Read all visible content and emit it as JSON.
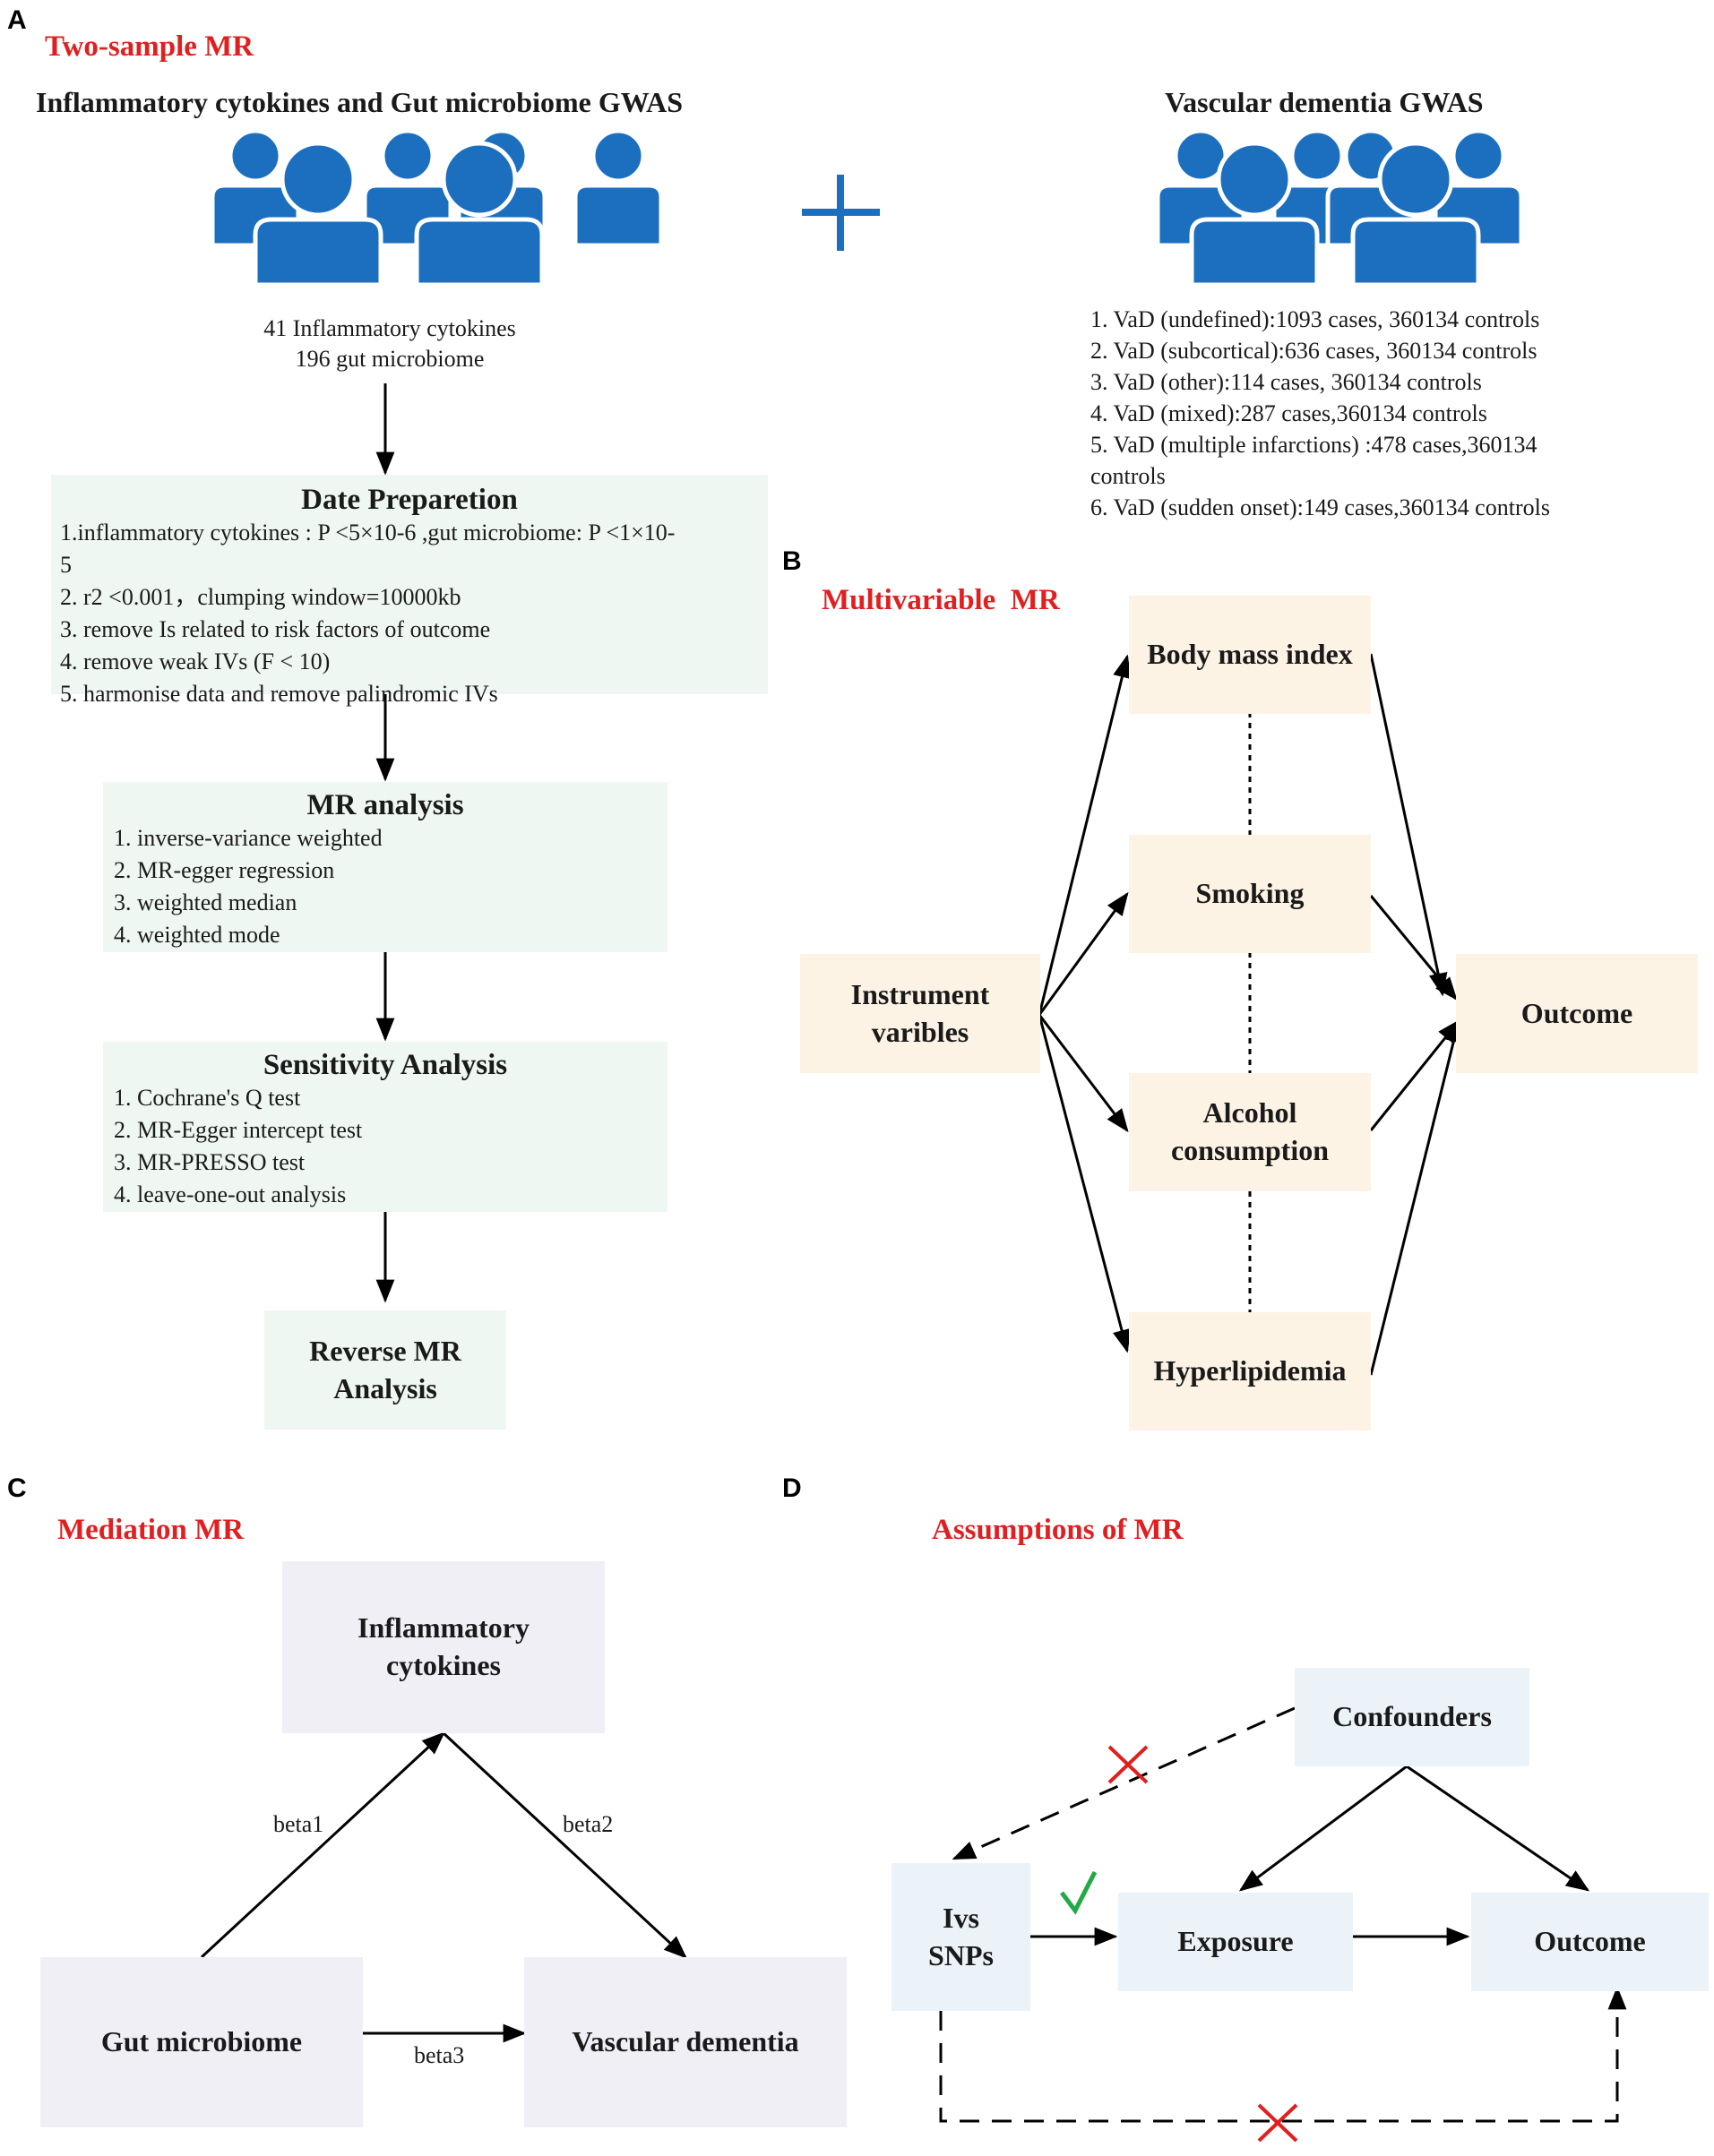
{
  "panels": {
    "a": {
      "letter": "A",
      "title": "Two-sample MR",
      "left_heading": "Inflammatory cytokines and Gut microbiome GWAS",
      "right_heading": "Vascular dementia GWAS",
      "exposure_lines": [
        "41 Inflammatory cytokines",
        "196 gut microbiome"
      ],
      "outcome_list": [
        "1. VaD (undefined):1093 cases, 360134 controls",
        "2. VaD (subcortical):636 cases, 360134 controls",
        "3. VaD (other):114 cases, 360134 controls",
        "4. VaD (mixed):287 cases,360134 controls",
        "5. VaD (multiple infarctions) :478 cases,360134",
        "controls",
        "6. VaD (sudden onset):149 cases,360134 controls"
      ],
      "plus_symbol": "+",
      "date_prep": {
        "title": "Date Preparetion",
        "items": [
          "1.inflammatory cytokines : P <5×10-6 ,gut microbiome: P <1×10-",
          "5",
          "2. r2 <0.001，clumping window=10000kb",
          "3. remove Is related to risk factors of outcome",
          "4. remove weak IVs (F < 10)",
          "5. harmonise data and remove palindromic IVs"
        ]
      },
      "mr_analysis": {
        "title": "MR analysis",
        "items": [
          "1. inverse-variance weighted",
          "2. MR-egger regression",
          "3. weighted median",
          "4. weighted mode"
        ]
      },
      "sensitivity": {
        "title": "Sensitivity Analysis",
        "items": [
          "1. Cochrane's Q test",
          "2. MR-Egger intercept test",
          "3. MR-PRESSO test",
          "4. leave-one-out analysis"
        ]
      },
      "reverse": {
        "line1": "Reverse MR",
        "line2": "Analysis"
      },
      "icon_color": "#1c6fbf"
    },
    "b": {
      "letter": "B",
      "title": "Multivariable  MR",
      "instrument": {
        "line1": "Instrument",
        "line2": "varibles"
      },
      "bmi": "Body mass index",
      "smoking": "Smoking",
      "alcohol": {
        "line1": "Alcohol",
        "line2": "consumption"
      },
      "hyper": "Hyperlipidemia",
      "outcome": "Outcome"
    },
    "c": {
      "letter": "C",
      "title": "Mediation MR",
      "inflammatory": {
        "line1": "Inflammatory",
        "line2": "cytokines"
      },
      "gut": "Gut microbiome",
      "vascular": "Vascular dementia",
      "beta1": "beta1",
      "beta2": "beta2",
      "beta3": "beta3"
    },
    "d": {
      "letter": "D",
      "title": "Assumptions of MR",
      "confounders": "Confounders",
      "ivs": {
        "line1": "Ivs",
        "line2": "SNPs"
      },
      "exposure": "Exposure",
      "outcome": "Outcome",
      "check_color": "#22aa44",
      "cross_color": "#e02020"
    }
  }
}
